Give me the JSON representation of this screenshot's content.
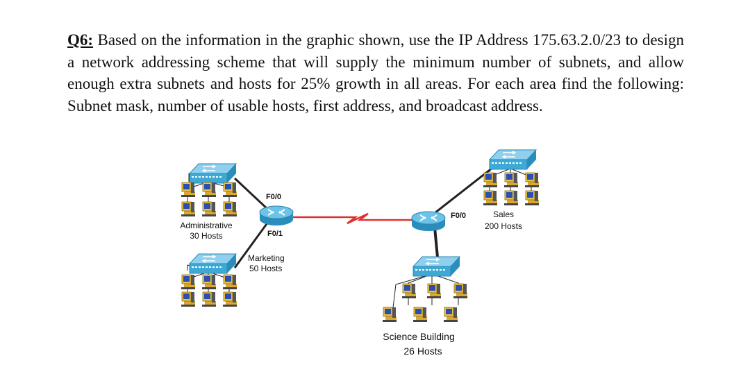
{
  "question": {
    "number": "Q6:",
    "text": " Based on the information in the graphic shown, use the IP Address 175.63.2.0/23 to design a network addressing scheme that will supply the minimum number of subnets, and allow enough extra subnets and hosts for 25% growth in all areas. For each area find the following: Subnet mask, number of usable hosts, first address, and broadcast address."
  },
  "diagram": {
    "left_router": {
      "port_top": "F0/0",
      "port_bottom": "F0/1"
    },
    "right_router": {
      "port": "F0/0"
    },
    "areas": {
      "administrative": {
        "name": "Administrative",
        "hosts": "30 Hosts"
      },
      "marketing": {
        "name": "Marketing",
        "hosts": "50 Hosts"
      },
      "sales": {
        "name": "Sales",
        "hosts": "200 Hosts"
      },
      "science": {
        "name": "Science Building",
        "hosts": "26 Hosts"
      }
    },
    "colors": {
      "switch": "#3fa9d6",
      "router": "#4bb3de",
      "wan_link": "#e03030",
      "cable": "#222222",
      "pc_body": "#e8c04a",
      "pc_screen": "#2a4fb0"
    }
  }
}
